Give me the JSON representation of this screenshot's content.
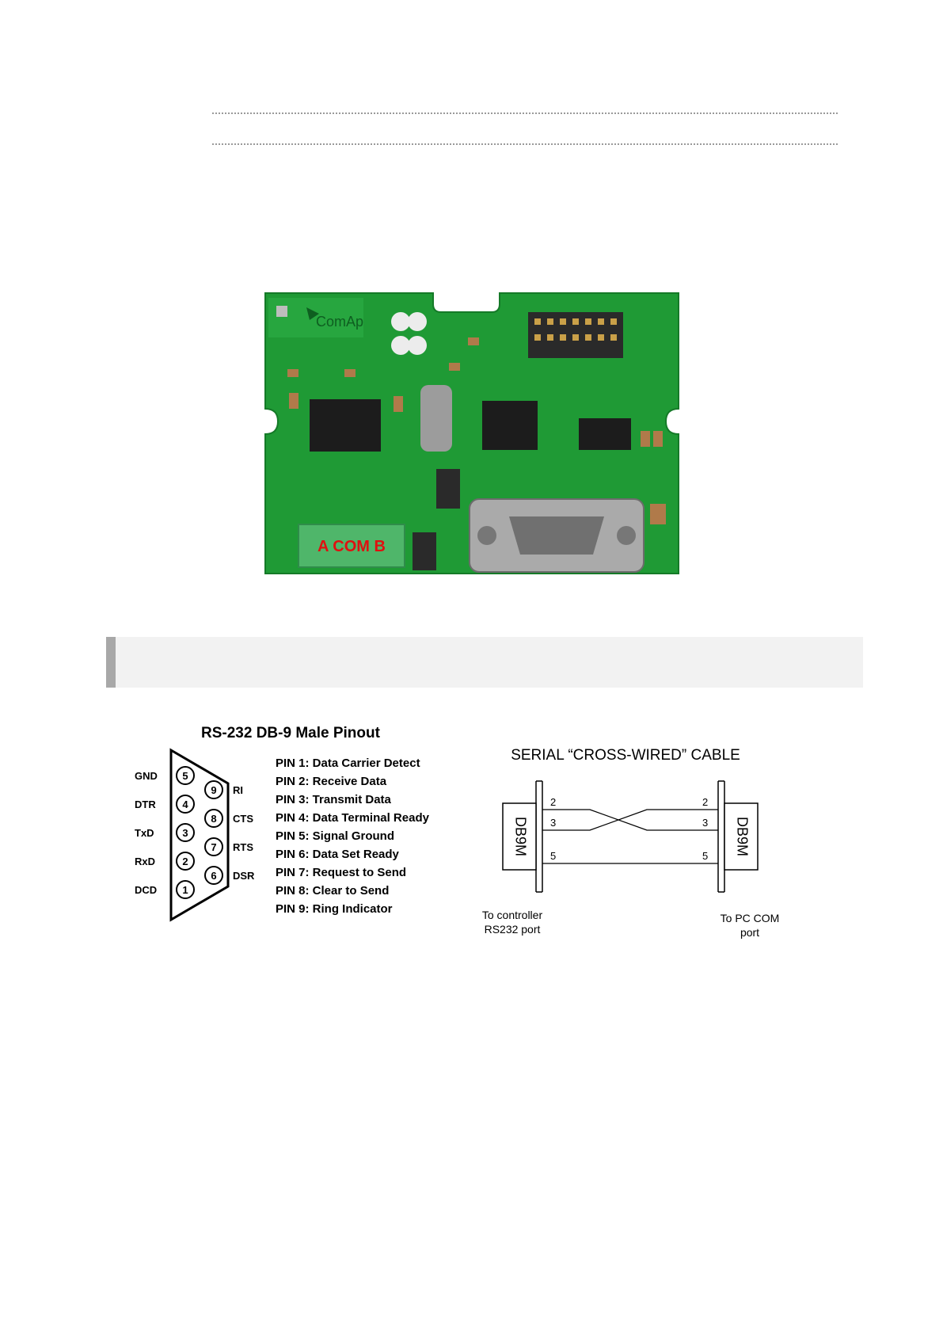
{
  "board": {
    "logo_text": "ComAp",
    "terminal_label": "A COM B",
    "colors": {
      "pcb": "#1f9a35",
      "label": "#e01010"
    }
  },
  "pinout": {
    "title": "RS-232 DB-9 Male Pinout",
    "left_labels": [
      "GND",
      "DTR",
      "TxD",
      "RxD",
      "DCD"
    ],
    "left_pins": [
      "5",
      "4",
      "3",
      "2",
      "1"
    ],
    "right_labels": [
      "RI",
      "CTS",
      "RTS",
      "DSR"
    ],
    "right_pins": [
      "9",
      "8",
      "7",
      "6"
    ],
    "pins": [
      "PIN 1: Data Carrier Detect",
      "PIN 2: Receive Data",
      "PIN 3: Transmit Data",
      "PIN 4: Data Terminal Ready",
      "PIN 5: Signal Ground",
      "PIN 6: Data Set Ready",
      "PIN 7: Request to Send",
      "PIN 8: Clear to Send",
      "PIN 9: Ring Indicator"
    ]
  },
  "cable": {
    "title": "SERIAL “CROSS-WIRED” CABLE",
    "connector": "DB9M",
    "left_pins": [
      "2",
      "3",
      "5"
    ],
    "right_pins": [
      "2",
      "3",
      "5"
    ],
    "left_caption": [
      "To controller",
      "RS232 port"
    ],
    "right_caption": [
      "To PC COM",
      "port"
    ]
  }
}
